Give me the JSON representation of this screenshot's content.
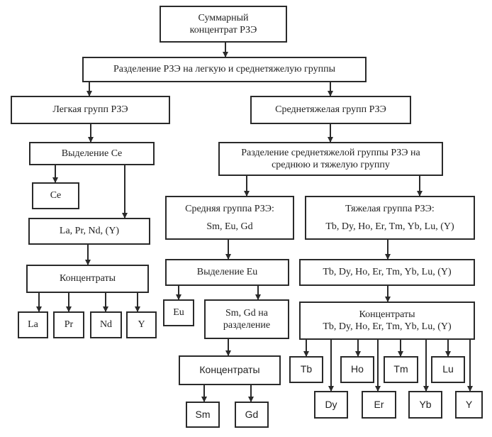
{
  "nodes": {
    "total": {
      "lines": [
        "Суммарный",
        "концентрат РЗЭ"
      ]
    },
    "split1": {
      "lines": [
        "Разделение РЗЭ на легкую и среднетяжелую группы"
      ]
    },
    "light": {
      "lines": [
        "Легкая групп РЗЭ"
      ]
    },
    "midheavy": {
      "lines": [
        "Среднетяжелая групп РЗЭ"
      ]
    },
    "ce_sep": {
      "lines": [
        "Выделение Ce"
      ]
    },
    "ce": {
      "lines": [
        "Ce"
      ]
    },
    "lapr": {
      "lines": [
        "La, Pr, Nd, (Y)"
      ]
    },
    "light_conc": {
      "lines": [
        "Концентраты"
      ]
    },
    "la": {
      "lines": [
        "La"
      ]
    },
    "pr": {
      "lines": [
        "Pr"
      ]
    },
    "nd": {
      "lines": [
        "Nd"
      ]
    },
    "y_light": {
      "lines": [
        "Y"
      ]
    },
    "split2": {
      "lines": [
        "Разделение среднетяжелой группы РЗЭ на",
        "среднюю и тяжелую группу"
      ]
    },
    "mid": {
      "lines": [
        "Средняя группа РЗЭ:",
        "Sm, Eu, Gd"
      ]
    },
    "heavy": {
      "lines": [
        "Тяжелая группа РЗЭ:",
        "Tb, Dy, Ho, Er, Tm, Yb, Lu, (Y)"
      ]
    },
    "eu_sep": {
      "lines": [
        "Выделение Eu"
      ]
    },
    "eu": {
      "lines": [
        "Eu"
      ]
    },
    "smgd": {
      "lines": [
        "Sm, Gd на",
        "разделение"
      ]
    },
    "mid_conc": {
      "lines": [
        "Концентраты"
      ]
    },
    "sm": {
      "lines": [
        "Sm"
      ]
    },
    "gd": {
      "lines": [
        "Gd"
      ]
    },
    "heavy_list": {
      "lines": [
        "Tb, Dy, Ho, Er, Tm, Yb, Lu, (Y)"
      ]
    },
    "heavy_conc": {
      "lines": [
        "Концентраты",
        "Tb, Dy, Ho, Er, Tm, Yb, Lu, (Y)"
      ]
    },
    "tb": {
      "lines": [
        "Tb"
      ]
    },
    "ho": {
      "lines": [
        "Ho"
      ]
    },
    "tm": {
      "lines": [
        "Tm"
      ]
    },
    "lu": {
      "lines": [
        "Lu"
      ]
    },
    "dy": {
      "lines": [
        "Dy"
      ]
    },
    "er": {
      "lines": [
        "Er"
      ]
    },
    "yb": {
      "lines": [
        "Yb"
      ]
    },
    "y_heavy": {
      "lines": [
        "Y"
      ]
    }
  },
  "edges": [
    [
      "total",
      "split1"
    ],
    [
      "split1",
      "light"
    ],
    [
      "split1",
      "midheavy"
    ],
    [
      "light",
      "ce_sep"
    ],
    [
      "ce_sep",
      "ce"
    ],
    [
      "ce_sep",
      "lapr"
    ],
    [
      "lapr",
      "light_conc"
    ],
    [
      "light_conc",
      "la"
    ],
    [
      "light_conc",
      "pr"
    ],
    [
      "light_conc",
      "nd"
    ],
    [
      "light_conc",
      "y_light"
    ],
    [
      "midheavy",
      "split2"
    ],
    [
      "split2",
      "mid"
    ],
    [
      "split2",
      "heavy"
    ],
    [
      "mid",
      "eu_sep"
    ],
    [
      "eu_sep",
      "eu"
    ],
    [
      "eu_sep",
      "smgd"
    ],
    [
      "smgd",
      "mid_conc"
    ],
    [
      "mid_conc",
      "sm"
    ],
    [
      "mid_conc",
      "gd"
    ],
    [
      "heavy",
      "heavy_list"
    ],
    [
      "heavy_list",
      "heavy_conc"
    ],
    [
      "heavy_conc",
      "tb"
    ],
    [
      "heavy_conc",
      "dy"
    ],
    [
      "heavy_conc",
      "ho"
    ],
    [
      "heavy_conc",
      "er"
    ],
    [
      "heavy_conc",
      "tm"
    ],
    [
      "heavy_conc",
      "yb"
    ],
    [
      "heavy_conc",
      "lu"
    ],
    [
      "heavy_conc",
      "y_heavy"
    ]
  ],
  "colors": {
    "line": "#2a2a2a",
    "background": "#ffffff",
    "text": "#222222"
  }
}
